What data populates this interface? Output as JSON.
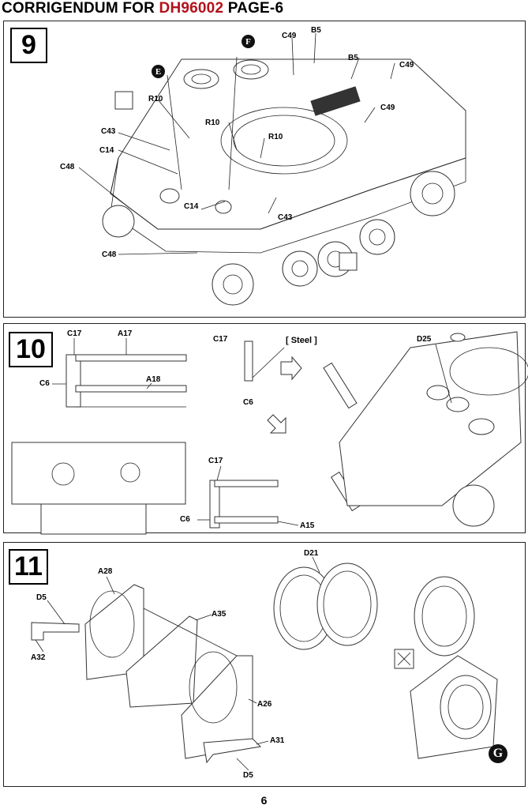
{
  "header": {
    "prefix": "CORRIGENDUM FOR ",
    "code": "DH96002",
    "suffix": " PAGE-6",
    "code_color": "#b3121b"
  },
  "steps": [
    {
      "number": "9",
      "labels": [
        "C49",
        "B5",
        "B5",
        "C49",
        "C49",
        "R10",
        "R10",
        "R10",
        "C43",
        "C14",
        "C48",
        "C14",
        "C43",
        "C48"
      ],
      "markers": [
        "E",
        "F"
      ]
    },
    {
      "number": "10",
      "labels": [
        "C17",
        "A17",
        "C6",
        "A18",
        "C17",
        "C6",
        "D25",
        "C17",
        "C6",
        "A15"
      ],
      "note": "[ Steel ]"
    },
    {
      "number": "11",
      "labels": [
        "A28",
        "D5",
        "A32",
        "A35",
        "D21",
        "A26",
        "A31",
        "D5"
      ],
      "marker": "G"
    }
  ],
  "footer": {
    "page_number": "6"
  }
}
